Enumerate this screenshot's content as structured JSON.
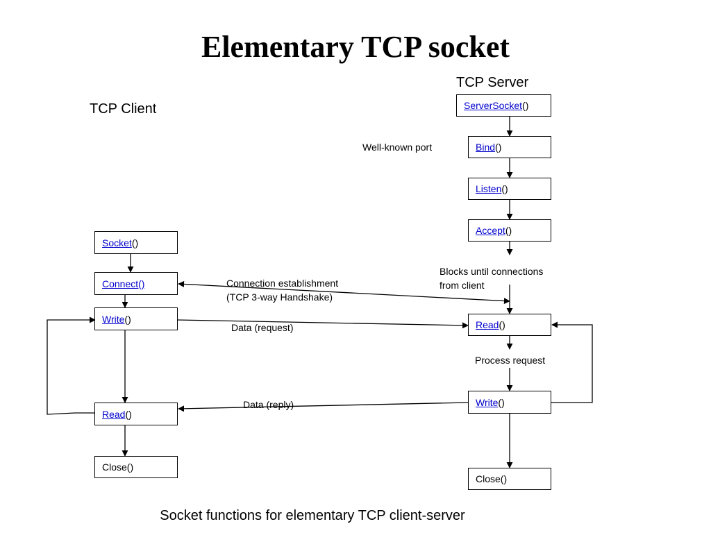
{
  "title": "Elementary TCP socket",
  "server_heading": "TCP Server",
  "client_heading": "TCP Client",
  "server": {
    "serversocket": {
      "name": "ServerSocket",
      "suffix": "()"
    },
    "bind": {
      "name": "Bind",
      "suffix": "()"
    },
    "listen": {
      "name": "Listen",
      "suffix": "()"
    },
    "accept": {
      "name": "Accept",
      "suffix": "()"
    },
    "read": {
      "name": "Read",
      "suffix": "()"
    },
    "write": {
      "name": "Write",
      "suffix": "()"
    },
    "close": "Close()"
  },
  "client": {
    "socket": {
      "name": "Socket",
      "suffix": "()"
    },
    "connect": {
      "name": "Connect()",
      "suffix": ""
    },
    "write": {
      "name": "Write",
      "suffix": "()"
    },
    "read": {
      "name": "Read",
      "suffix": "()"
    },
    "close": "Close()"
  },
  "labels": {
    "well_known_port": "Well-known port",
    "blocks_line1": "Blocks until connections",
    "blocks_line2": "from client",
    "connection_line1": "Connection establishment",
    "connection_line2": "(TCP 3-way Handshake)",
    "data_request": "Data (request)",
    "process_request": "Process request",
    "data_reply": "Data (reply)"
  },
  "caption": "Socket functions for elementary TCP client-server"
}
